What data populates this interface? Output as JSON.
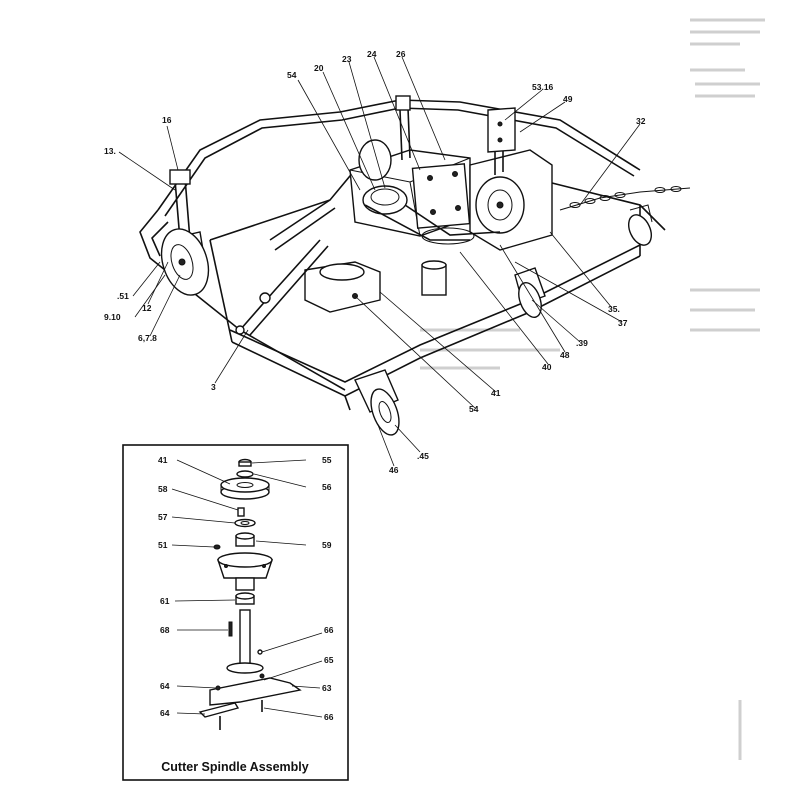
{
  "main_callouts": [
    {
      "text": "16"
    },
    {
      "text": "13."
    },
    {
      "text": "54"
    },
    {
      "text": "20"
    },
    {
      "text": "23"
    },
    {
      "text": "24"
    },
    {
      "text": "26"
    },
    {
      "text": "53.16"
    },
    {
      "text": "49"
    },
    {
      "text": "32"
    },
    {
      "text": ".51"
    },
    {
      "text": "12"
    },
    {
      "text": "9.10"
    },
    {
      "text": "6,7.8"
    },
    {
      "text": "3"
    },
    {
      "text": "35."
    },
    {
      "text": "37"
    },
    {
      "text": ".39"
    },
    {
      "text": "48"
    },
    {
      "text": "40"
    },
    {
      "text": "41"
    },
    {
      "text": "54"
    },
    {
      "text": "46"
    },
    {
      "text": ".45"
    }
  ],
  "inset": {
    "caption": "Cutter Spindle Assembly",
    "callouts": [
      {
        "text": "41"
      },
      {
        "text": "55"
      },
      {
        "text": "56"
      },
      {
        "text": "58"
      },
      {
        "text": "57"
      },
      {
        "text": "51"
      },
      {
        "text": "59"
      },
      {
        "text": "61"
      },
      {
        "text": "68"
      },
      {
        "text": "66"
      },
      {
        "text": "65"
      },
      {
        "text": "64"
      },
      {
        "text": "63"
      },
      {
        "text": "64"
      },
      {
        "text": "66"
      }
    ]
  }
}
